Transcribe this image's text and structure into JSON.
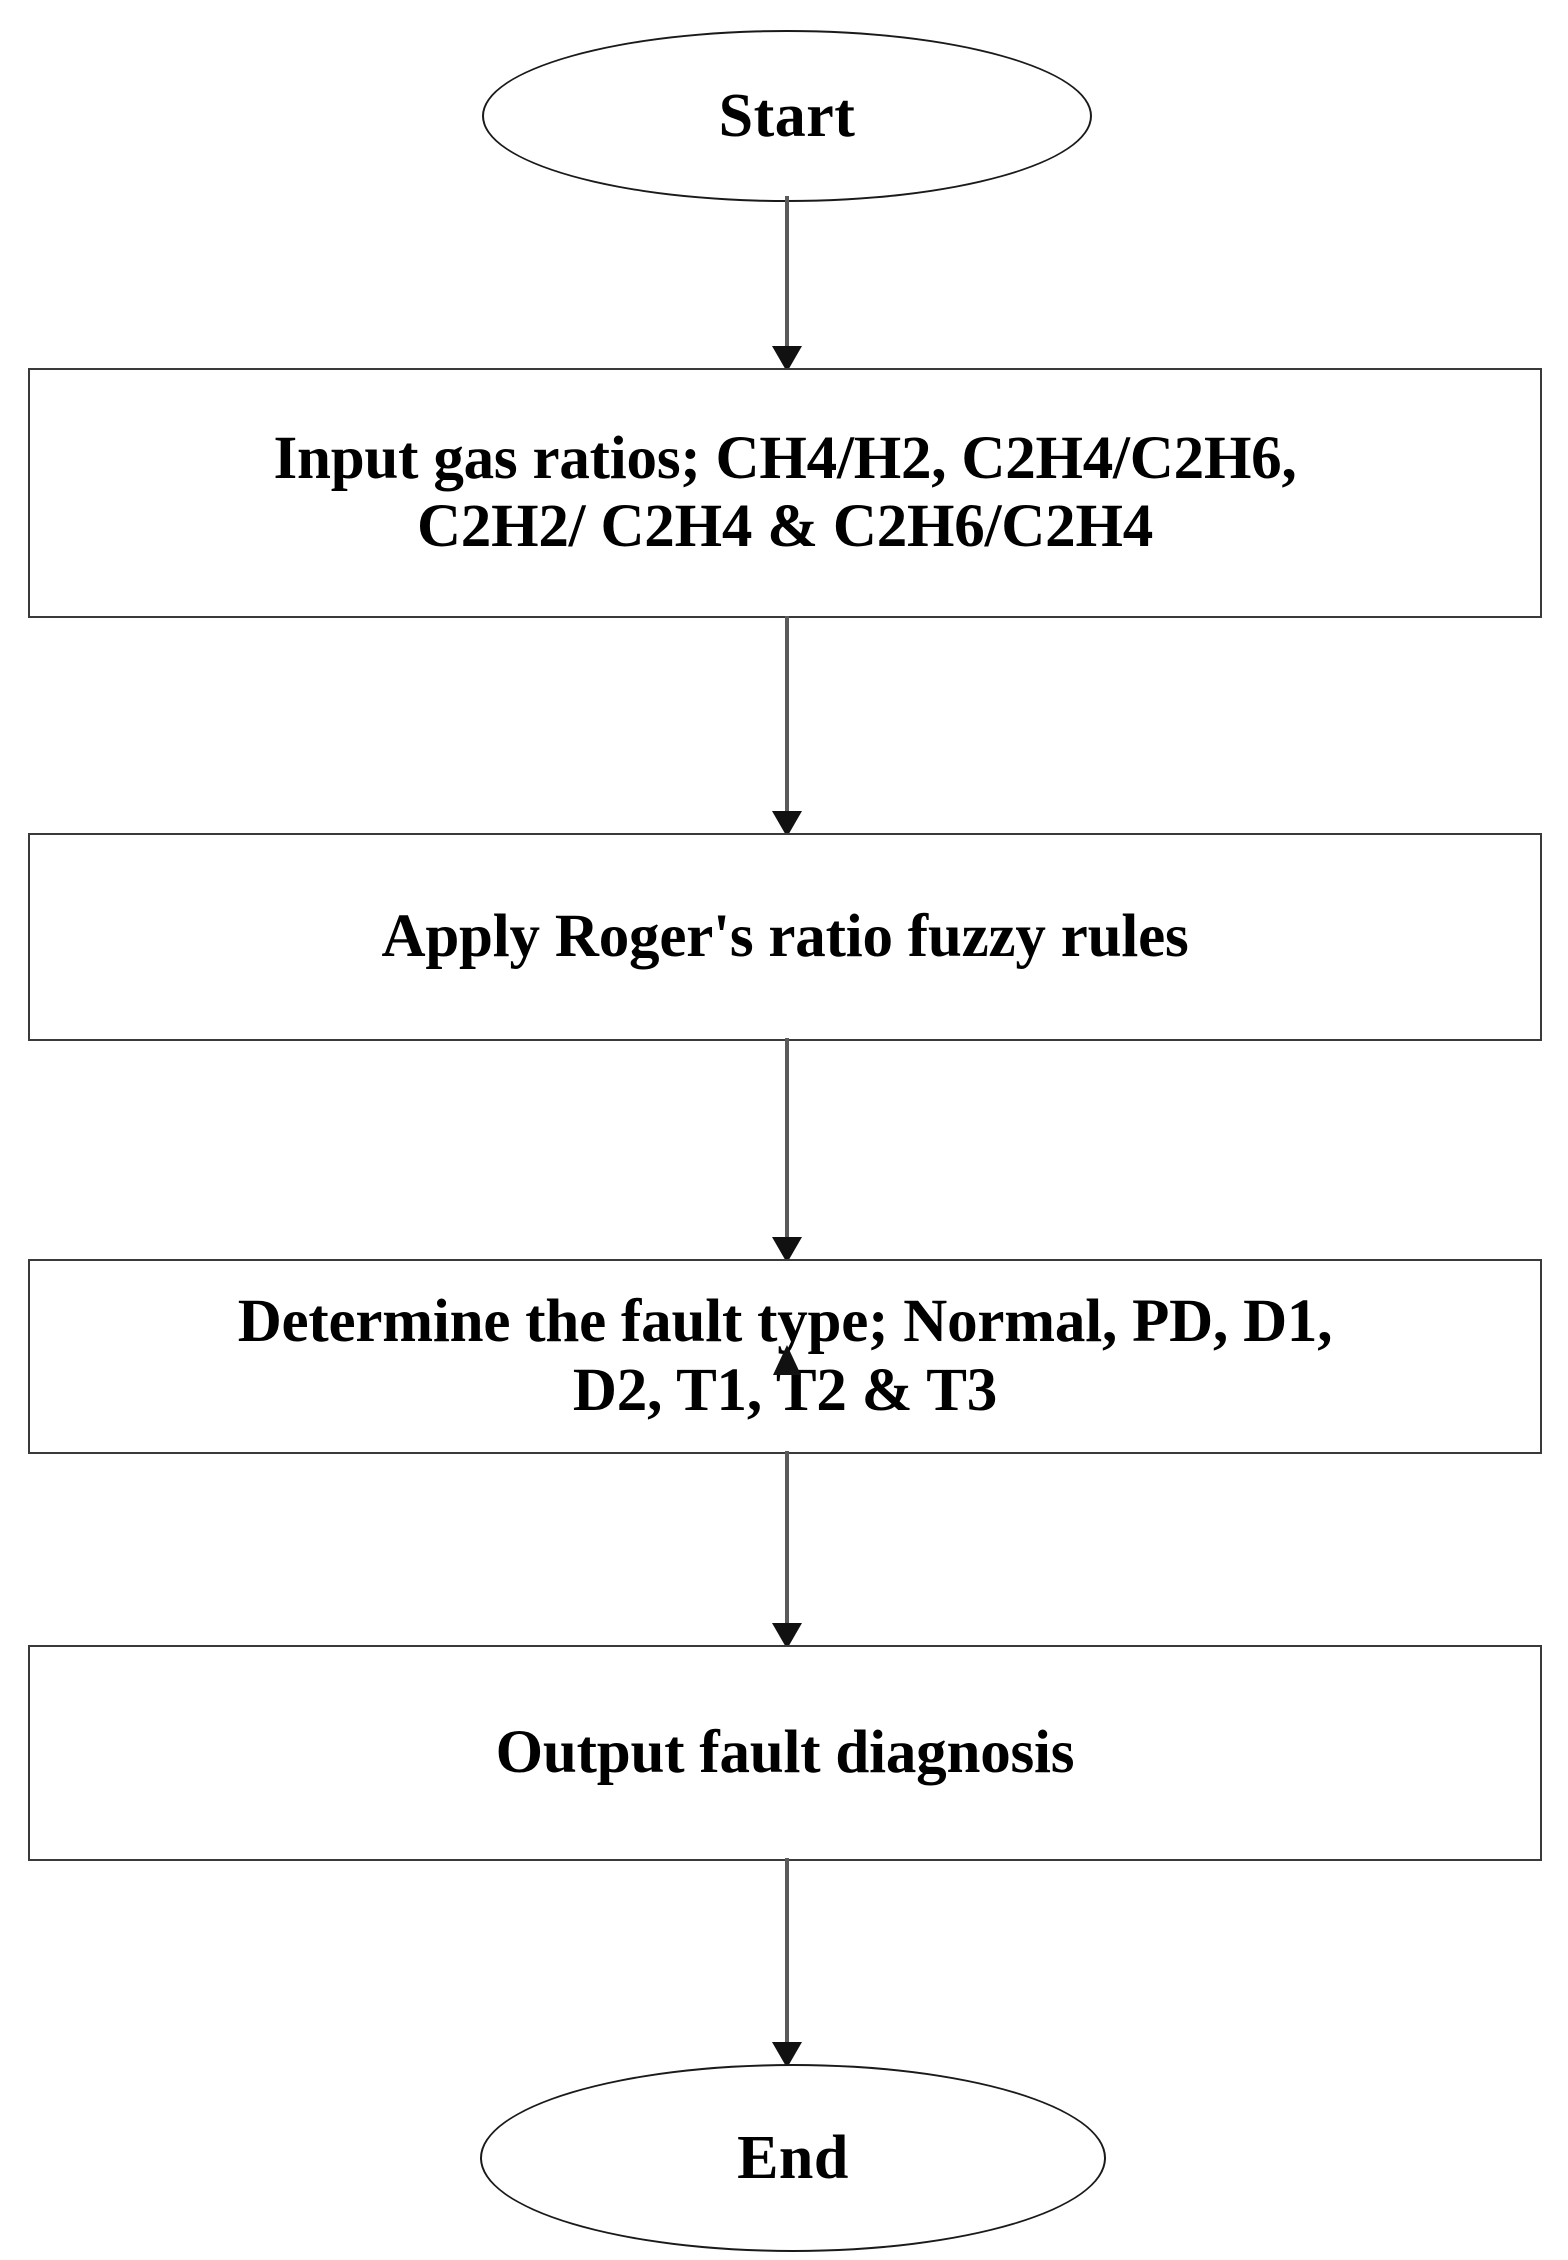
{
  "diagram": {
    "title": "Fuzzy logic transformer fault diagnosis flowchart",
    "accent_color": "#000000",
    "box_border_color": "#3a3a3a",
    "connector_color": "#5a5a5a",
    "background_color": "#ffffff",
    "nodes": [
      {
        "id": "start",
        "shape": "ellipse",
        "label": "Start"
      },
      {
        "id": "input",
        "shape": "process",
        "label": "Input gas ratios;  CH4/H2, C2H4/C2H6,\nC2H2/ C2H4 & C2H6/C2H4"
      },
      {
        "id": "rules",
        "shape": "process",
        "label": "Apply Roger's ratio fuzzy rules"
      },
      {
        "id": "determine",
        "shape": "process",
        "label": "Determine the fault type; Normal, PD, D1,\nD2, T1, T2 & T3"
      },
      {
        "id": "output",
        "shape": "process",
        "label": "Output fault diagnosis"
      },
      {
        "id": "end",
        "shape": "ellipse",
        "label": "End"
      }
    ],
    "edges": [
      {
        "id": "start-input",
        "from": "start",
        "to": "input",
        "label": ""
      },
      {
        "id": "input-rules",
        "from": "input",
        "to": "rules",
        "label": ""
      },
      {
        "id": "rules-determine",
        "from": "rules",
        "to": "determine",
        "label": ""
      },
      {
        "id": "determine-output",
        "from": "determine",
        "to": "output",
        "label": ""
      },
      {
        "id": "output-end",
        "from": "output",
        "to": "end",
        "label": ""
      }
    ]
  }
}
